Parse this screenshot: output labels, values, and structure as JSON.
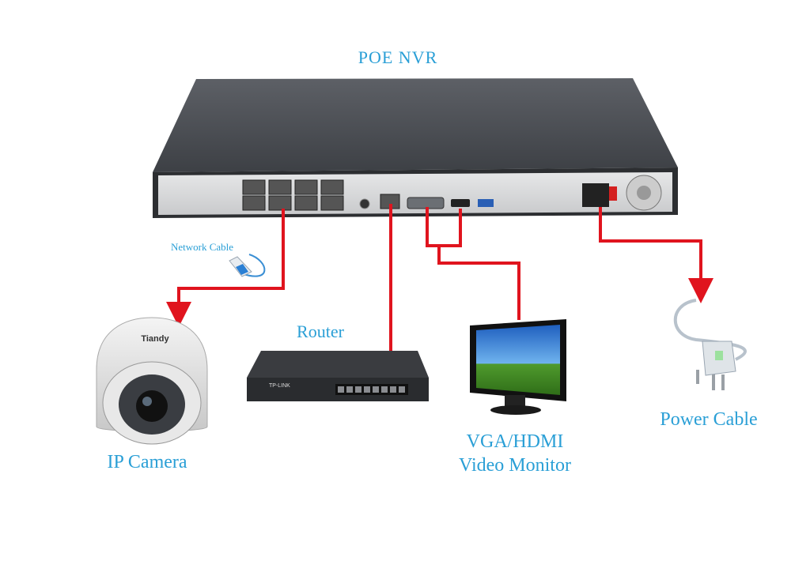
{
  "labels": {
    "nvr": "POE NVR",
    "network_cable": "Network Cable",
    "router": "Router",
    "ip_camera": "IP Camera",
    "monitor_line1": "VGA/HDMI",
    "monitor_line2": "Video Monitor",
    "power_cable": "Power Cable"
  },
  "brands": {
    "camera": "Tiandy",
    "router": "TP-LINK"
  },
  "colors": {
    "label": "#2a9fd6",
    "connection": "#e0141e",
    "nvr_body": "#4a4d52",
    "nvr_panel": "#d9dadb"
  },
  "icons": [
    "nvr-device-icon",
    "ip-camera-icon",
    "router-switch-icon",
    "monitor-icon",
    "power-plug-icon",
    "network-cable-icon"
  ]
}
